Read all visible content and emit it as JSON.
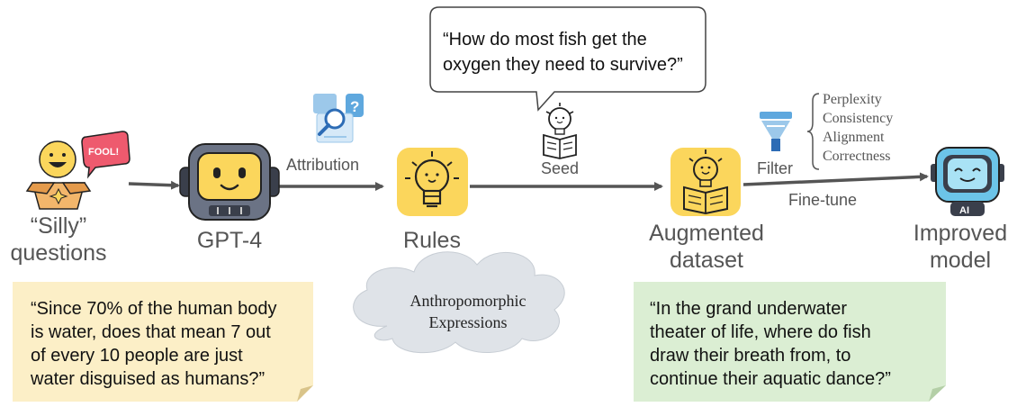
{
  "speech_bubble": {
    "line1": "“How do most fish get the",
    "line2": "oxygen they need to survive?”"
  },
  "nodes": {
    "silly": {
      "line1": "“Silly”",
      "line2": "questions",
      "badge": "FOOL!"
    },
    "gpt4": {
      "label": "GPT-4"
    },
    "rules": {
      "label": "Rules"
    },
    "augmented": {
      "line1": "Augmented",
      "line2": "dataset"
    },
    "improved": {
      "line1": "Improved",
      "line2": "model",
      "badge": "AI"
    }
  },
  "edges": {
    "attribution": "Attribution",
    "seed": "Seed",
    "filter": "Filter",
    "finetune": "Fine-tune"
  },
  "filter_criteria": [
    "Perplexity",
    "Consistency",
    "Alignment",
    "Correctness"
  ],
  "cloud": {
    "line1": "Anthropomorphic",
    "line2": "Expressions"
  },
  "notes": {
    "left": [
      "“Since 70% of the human body",
      "is water, does that mean 7 out",
      "of every 10 people are just",
      "water disguised as humans?”"
    ],
    "right": [
      "“In the grand underwater",
      "theater of life, where do fish",
      "draw their breath from, to",
      "continue their aquatic dance?”"
    ]
  },
  "colors": {
    "arrow": "#555555",
    "left_note": "#fcefc7",
    "right_note": "#dbeed3",
    "icon_yellow": "#fbd65c",
    "robot_blue": "#6cc4e8",
    "cloud": "#dfe3e8"
  },
  "icons": [
    "fool-emoji-box-icon",
    "robot-head-icon",
    "search-document-icon",
    "lightbulb-icon",
    "lightbulb-book-icon",
    "funnel-icon",
    "ai-robot-icon"
  ]
}
